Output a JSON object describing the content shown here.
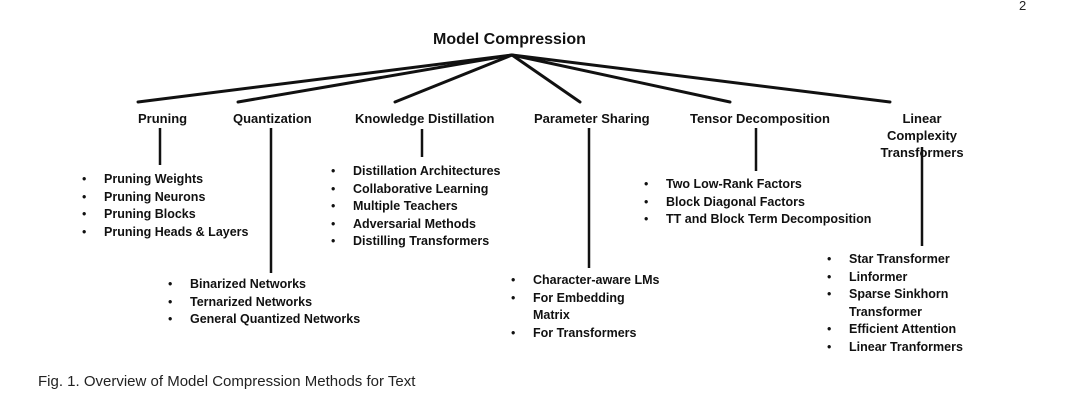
{
  "page_number": "2",
  "root": "Model Compression",
  "categories": [
    {
      "label": "Pruning",
      "items": [
        "Pruning Weights",
        "Pruning Neurons",
        "Pruning Blocks",
        "Pruning Heads & Layers"
      ]
    },
    {
      "label": "Quantization",
      "items": [
        "Binarized Networks",
        "Ternarized Networks",
        "General Quantized Networks"
      ]
    },
    {
      "label": "Knowledge Distillation",
      "items": [
        "Distillation Architectures",
        "Collaborative Learning",
        "Multiple Teachers",
        "Adversarial Methods",
        "Distilling Transformers"
      ]
    },
    {
      "label": "Parameter Sharing",
      "items": [
        "Character-aware LMs",
        "For Embedding Matrix",
        "For Transformers"
      ]
    },
    {
      "label": "Tensor Decomposition",
      "items": [
        "Two Low-Rank Factors",
        "Block Diagonal Factors",
        "TT and Block Term Decomposition"
      ]
    },
    {
      "label": "Linear Complexity Transformers",
      "items": [
        "Star Transformer",
        "Linformer",
        "Sparse Sinkhorn Transformer",
        "Efficient Attention",
        "Linear Tranformers"
      ]
    }
  ],
  "caption": "Fig. 1. Overview of Model Compression Methods for Text"
}
